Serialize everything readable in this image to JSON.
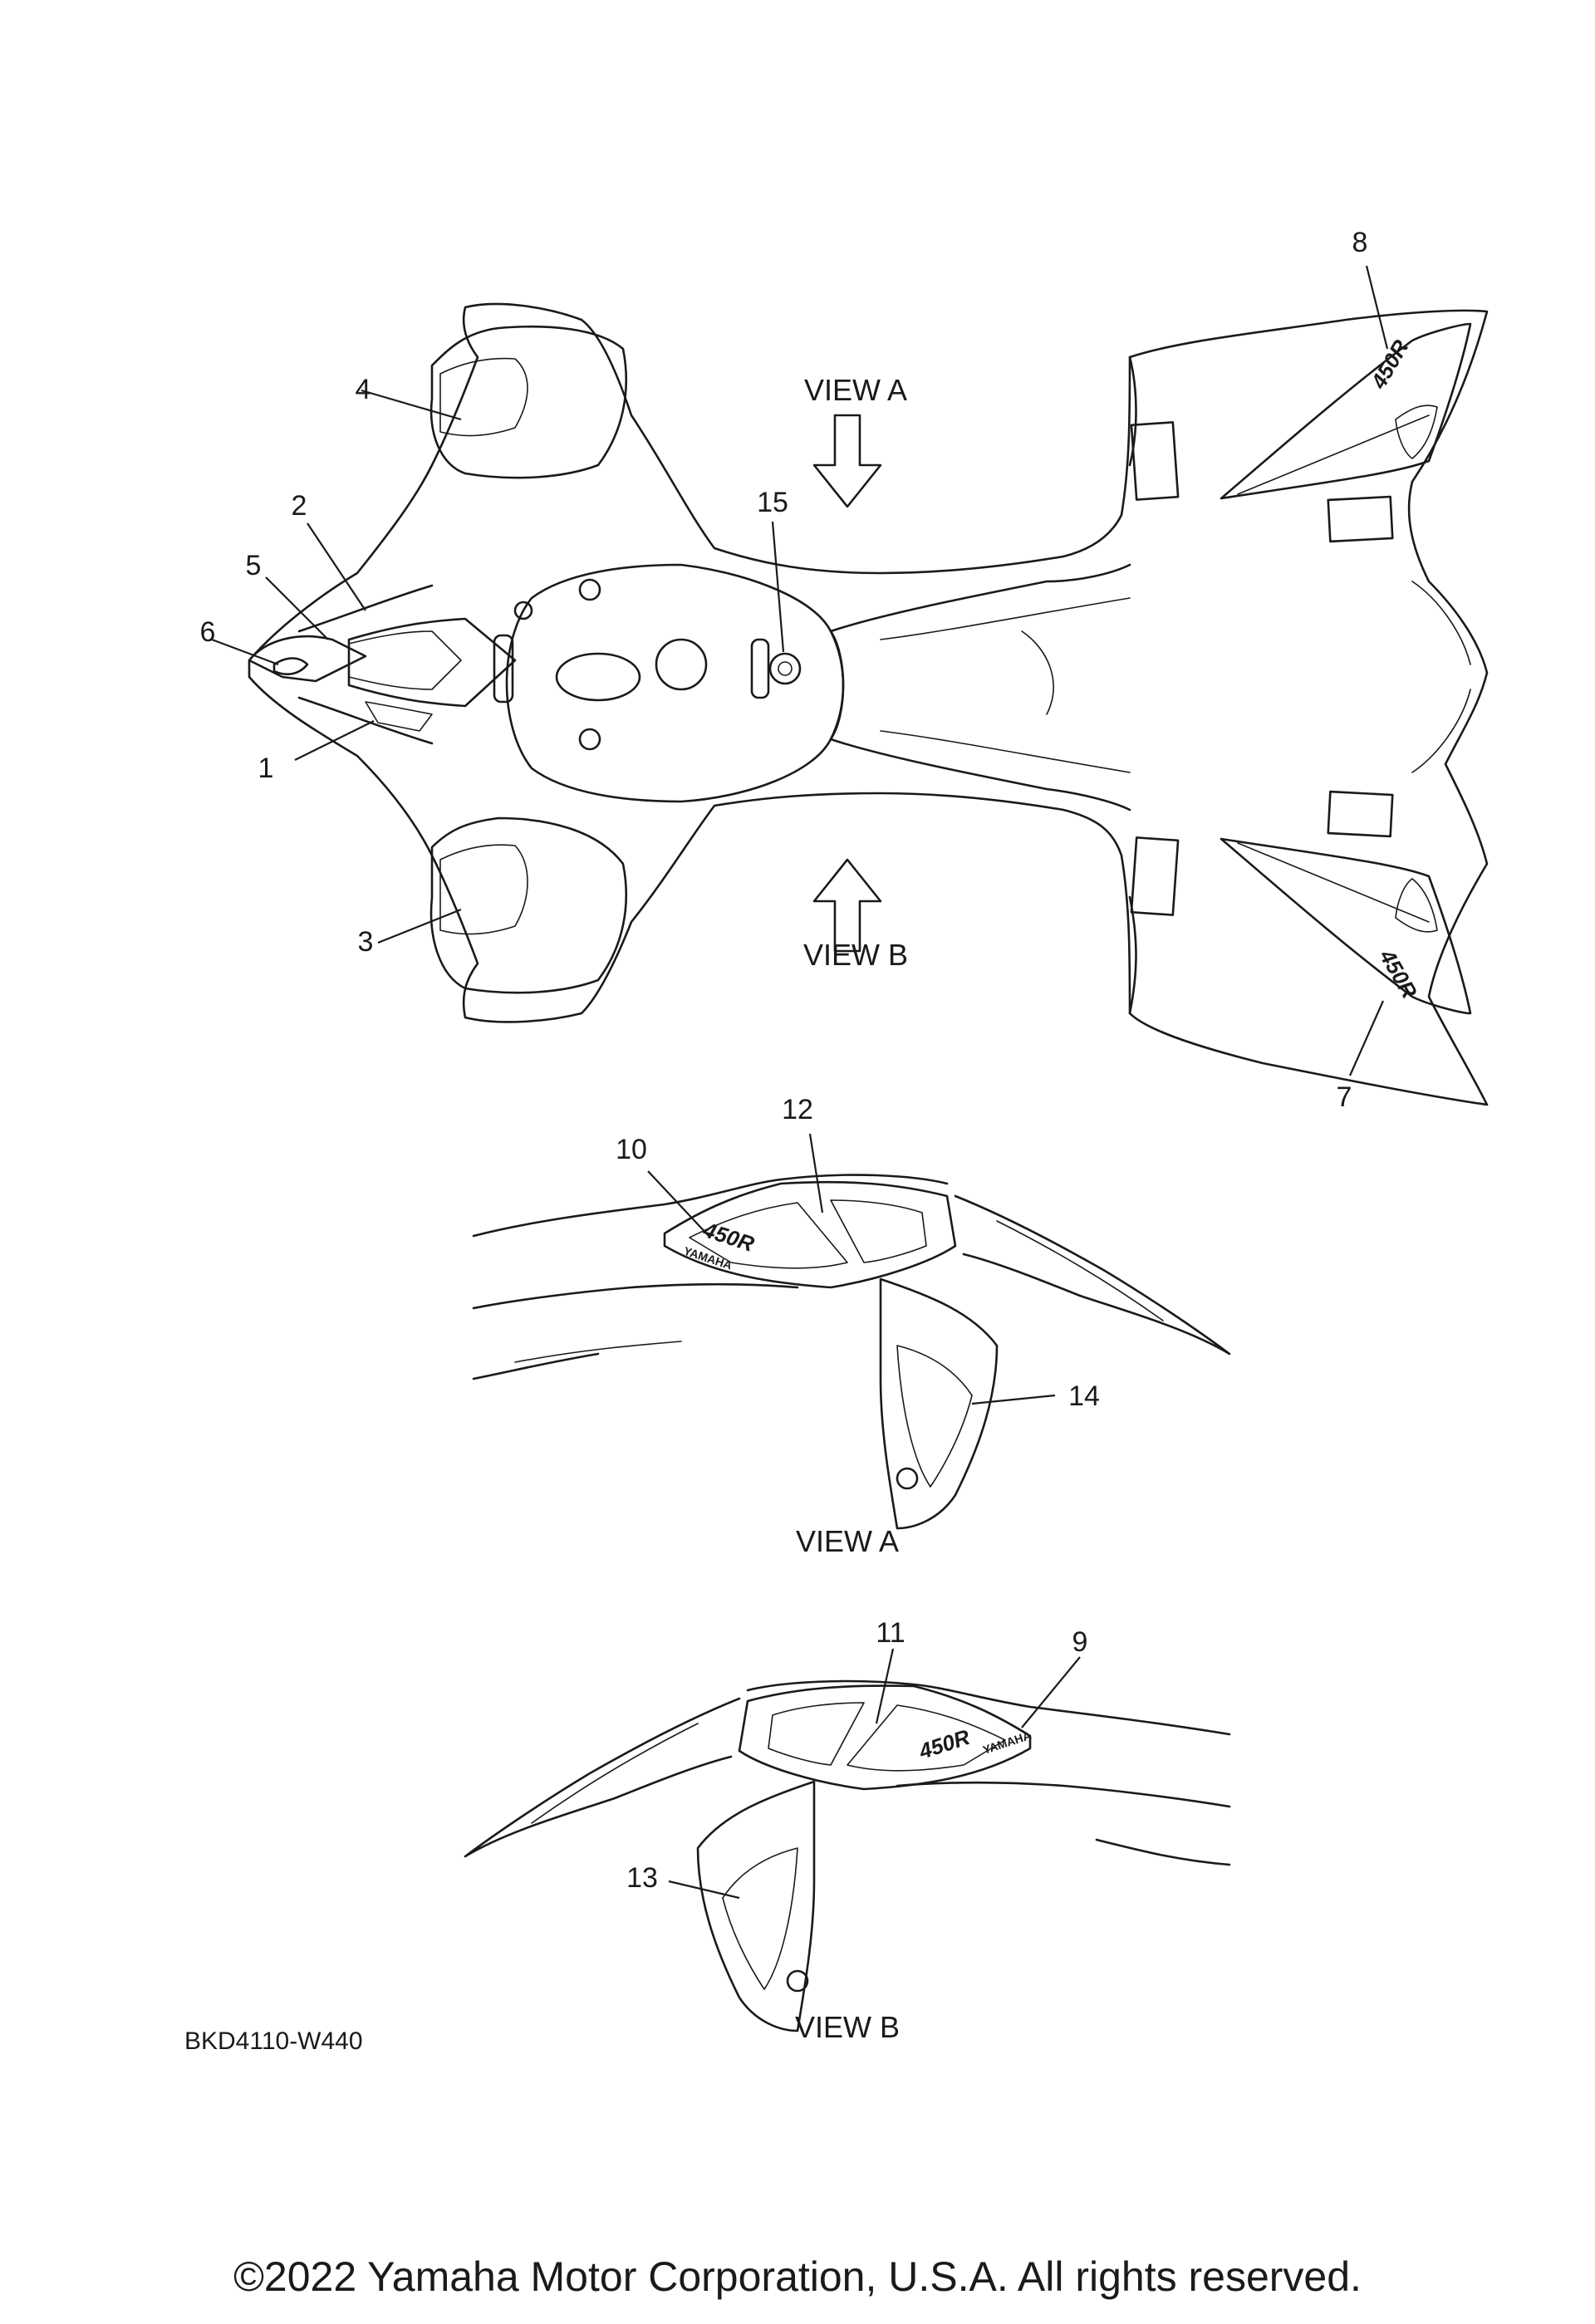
{
  "diagram": {
    "callouts": [
      "1",
      "2",
      "3",
      "4",
      "5",
      "6",
      "7",
      "8",
      "9",
      "10",
      "11",
      "12",
      "13",
      "14",
      "15"
    ],
    "views": {
      "arrow_top_label": "VIEW A",
      "arrow_bottom_label": "VIEW B",
      "view_a_caption": "VIEW A",
      "view_b_caption": "VIEW B"
    },
    "decal_texts": {
      "model": "450R",
      "brand": "YAMAHA"
    },
    "part_code": "BKD4110-W440"
  },
  "footer": {
    "copyright": "©2022 Yamaha Motor Corporation, U.S.A. All rights reserved."
  }
}
